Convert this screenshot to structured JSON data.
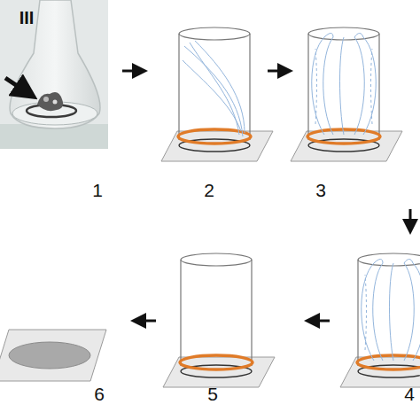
{
  "diagram": {
    "labels": [
      "III",
      "1",
      "2",
      "3",
      "4",
      "5",
      "6"
    ]
  }
}
